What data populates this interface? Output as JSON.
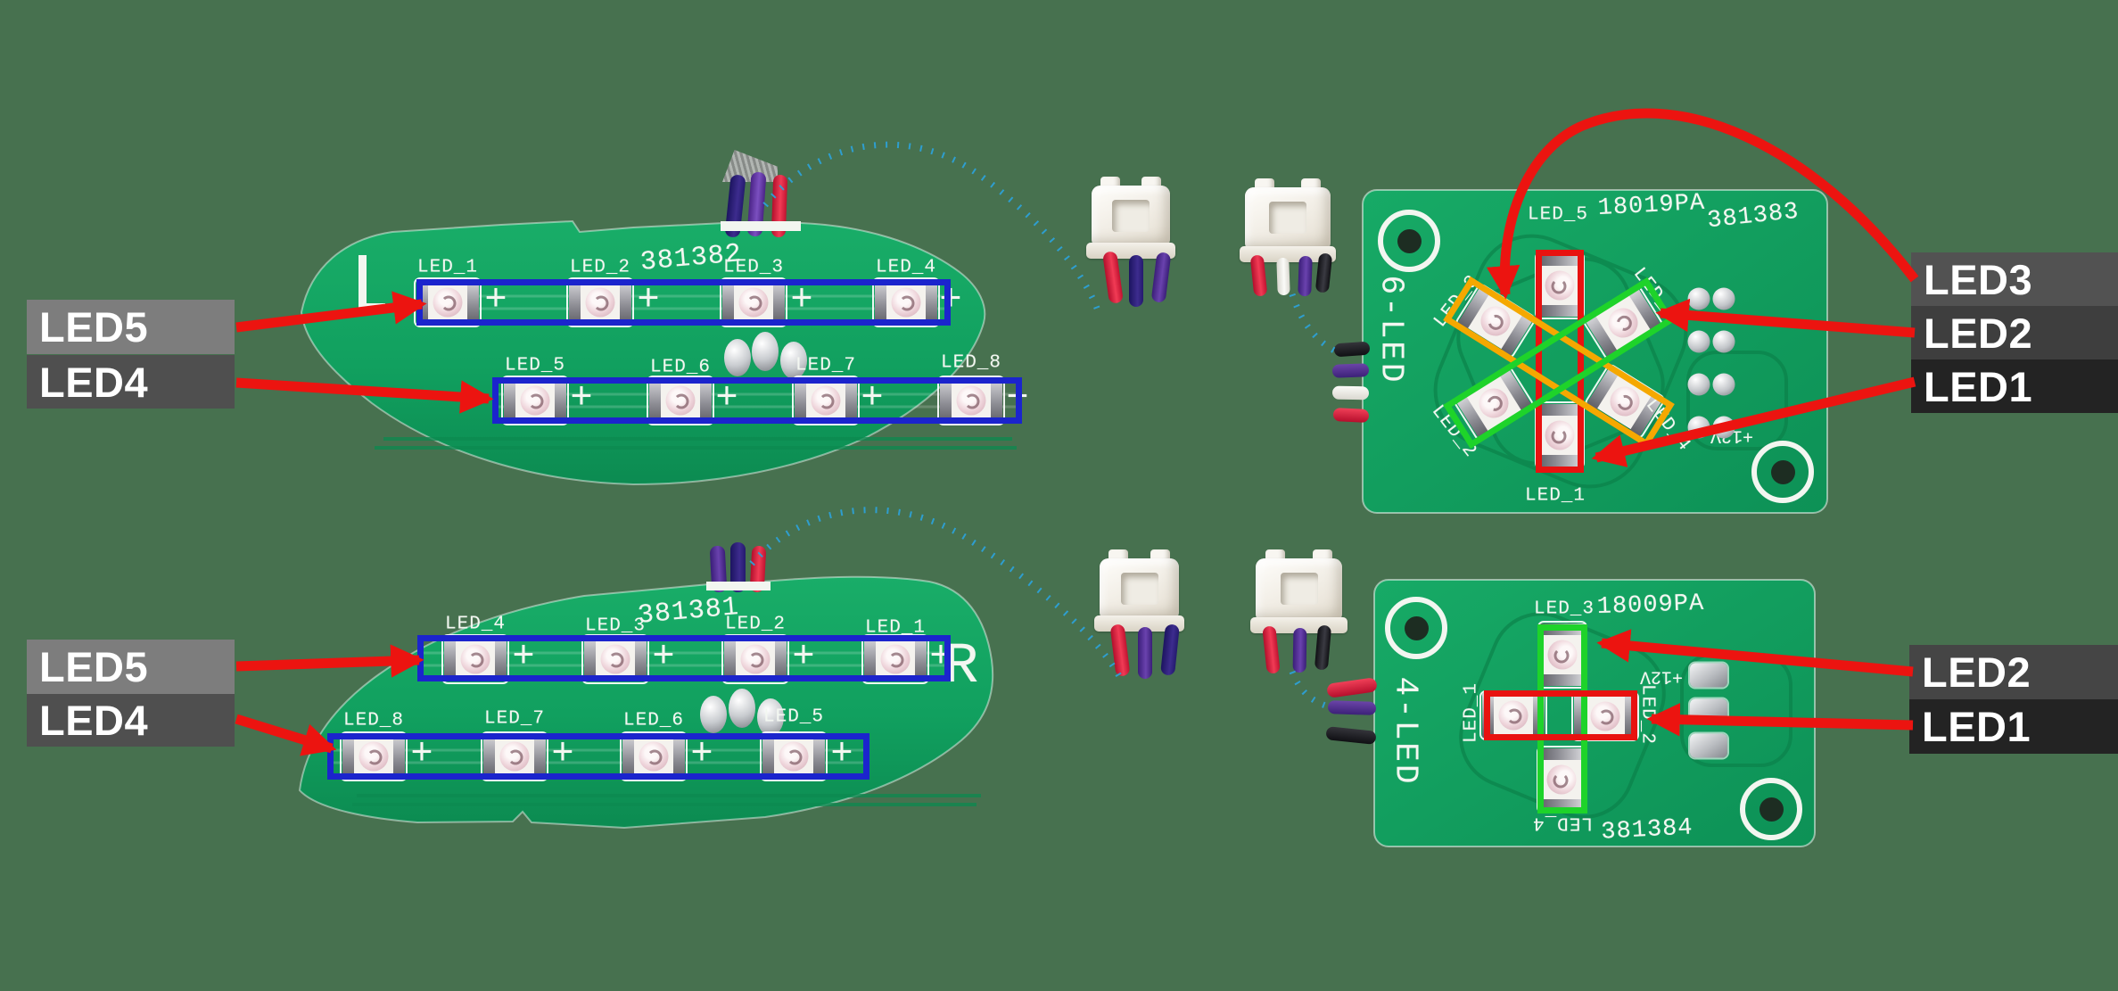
{
  "callouts": {
    "top_left": [
      "LED5",
      "LED4"
    ],
    "top_right": [
      "LED3",
      "LED2",
      "LED1"
    ],
    "bottom_left": [
      "LED5",
      "LED4"
    ],
    "bottom_right": [
      "LED2",
      "LED1"
    ]
  },
  "boards": {
    "top_left": {
      "part_number": "381382",
      "side_marker": "L",
      "leds_row1": [
        "LED_1",
        "LED_2",
        "LED_3",
        "LED_4"
      ],
      "leds_row2": [
        "LED_5",
        "LED_6",
        "LED_7",
        "LED_8"
      ]
    },
    "bottom_left": {
      "part_number": "381381",
      "side_marker": "R",
      "leds_row1": [
        "LED_4",
        "LED_3",
        "LED_2",
        "LED_1"
      ],
      "leds_row2": [
        "LED_8",
        "LED_7",
        "LED_6",
        "LED_5"
      ]
    },
    "top_right": {
      "name": "6-LED",
      "code": "18019PA",
      "part_number": "381383",
      "supply": "+12V",
      "leds": {
        "led1": "LED_1",
        "led2": "LED_2",
        "led3": "LED_3",
        "led4": "LED_4",
        "led5": "LED_5",
        "led6": "LED_6"
      }
    },
    "bottom_right": {
      "name": "4-LED",
      "code": "18009PA",
      "part_number": "381384",
      "supply": "+12V",
      "leds": {
        "led1": "LED_1",
        "led2": "LED_2",
        "led3": "LED_3",
        "led4": "LED_4"
      }
    }
  },
  "symbols": {
    "plus": "+"
  },
  "colors": {
    "background": "#47714f",
    "pcb_green": "#11a05f",
    "silkscreen": "#f3f7f1",
    "annotation_blue_box": "#1b24cd",
    "arrow_red": "#ec1410",
    "dotted_cable_blue": "#2da0d6",
    "outline_red": "#e81210",
    "outline_green": "#1ed32a",
    "outline_orange": "#f5a800",
    "callout_gray_light": "#7d7d7d",
    "callout_gray_mid": "#4f4f4f",
    "callout_gray_dark": "#232323"
  }
}
